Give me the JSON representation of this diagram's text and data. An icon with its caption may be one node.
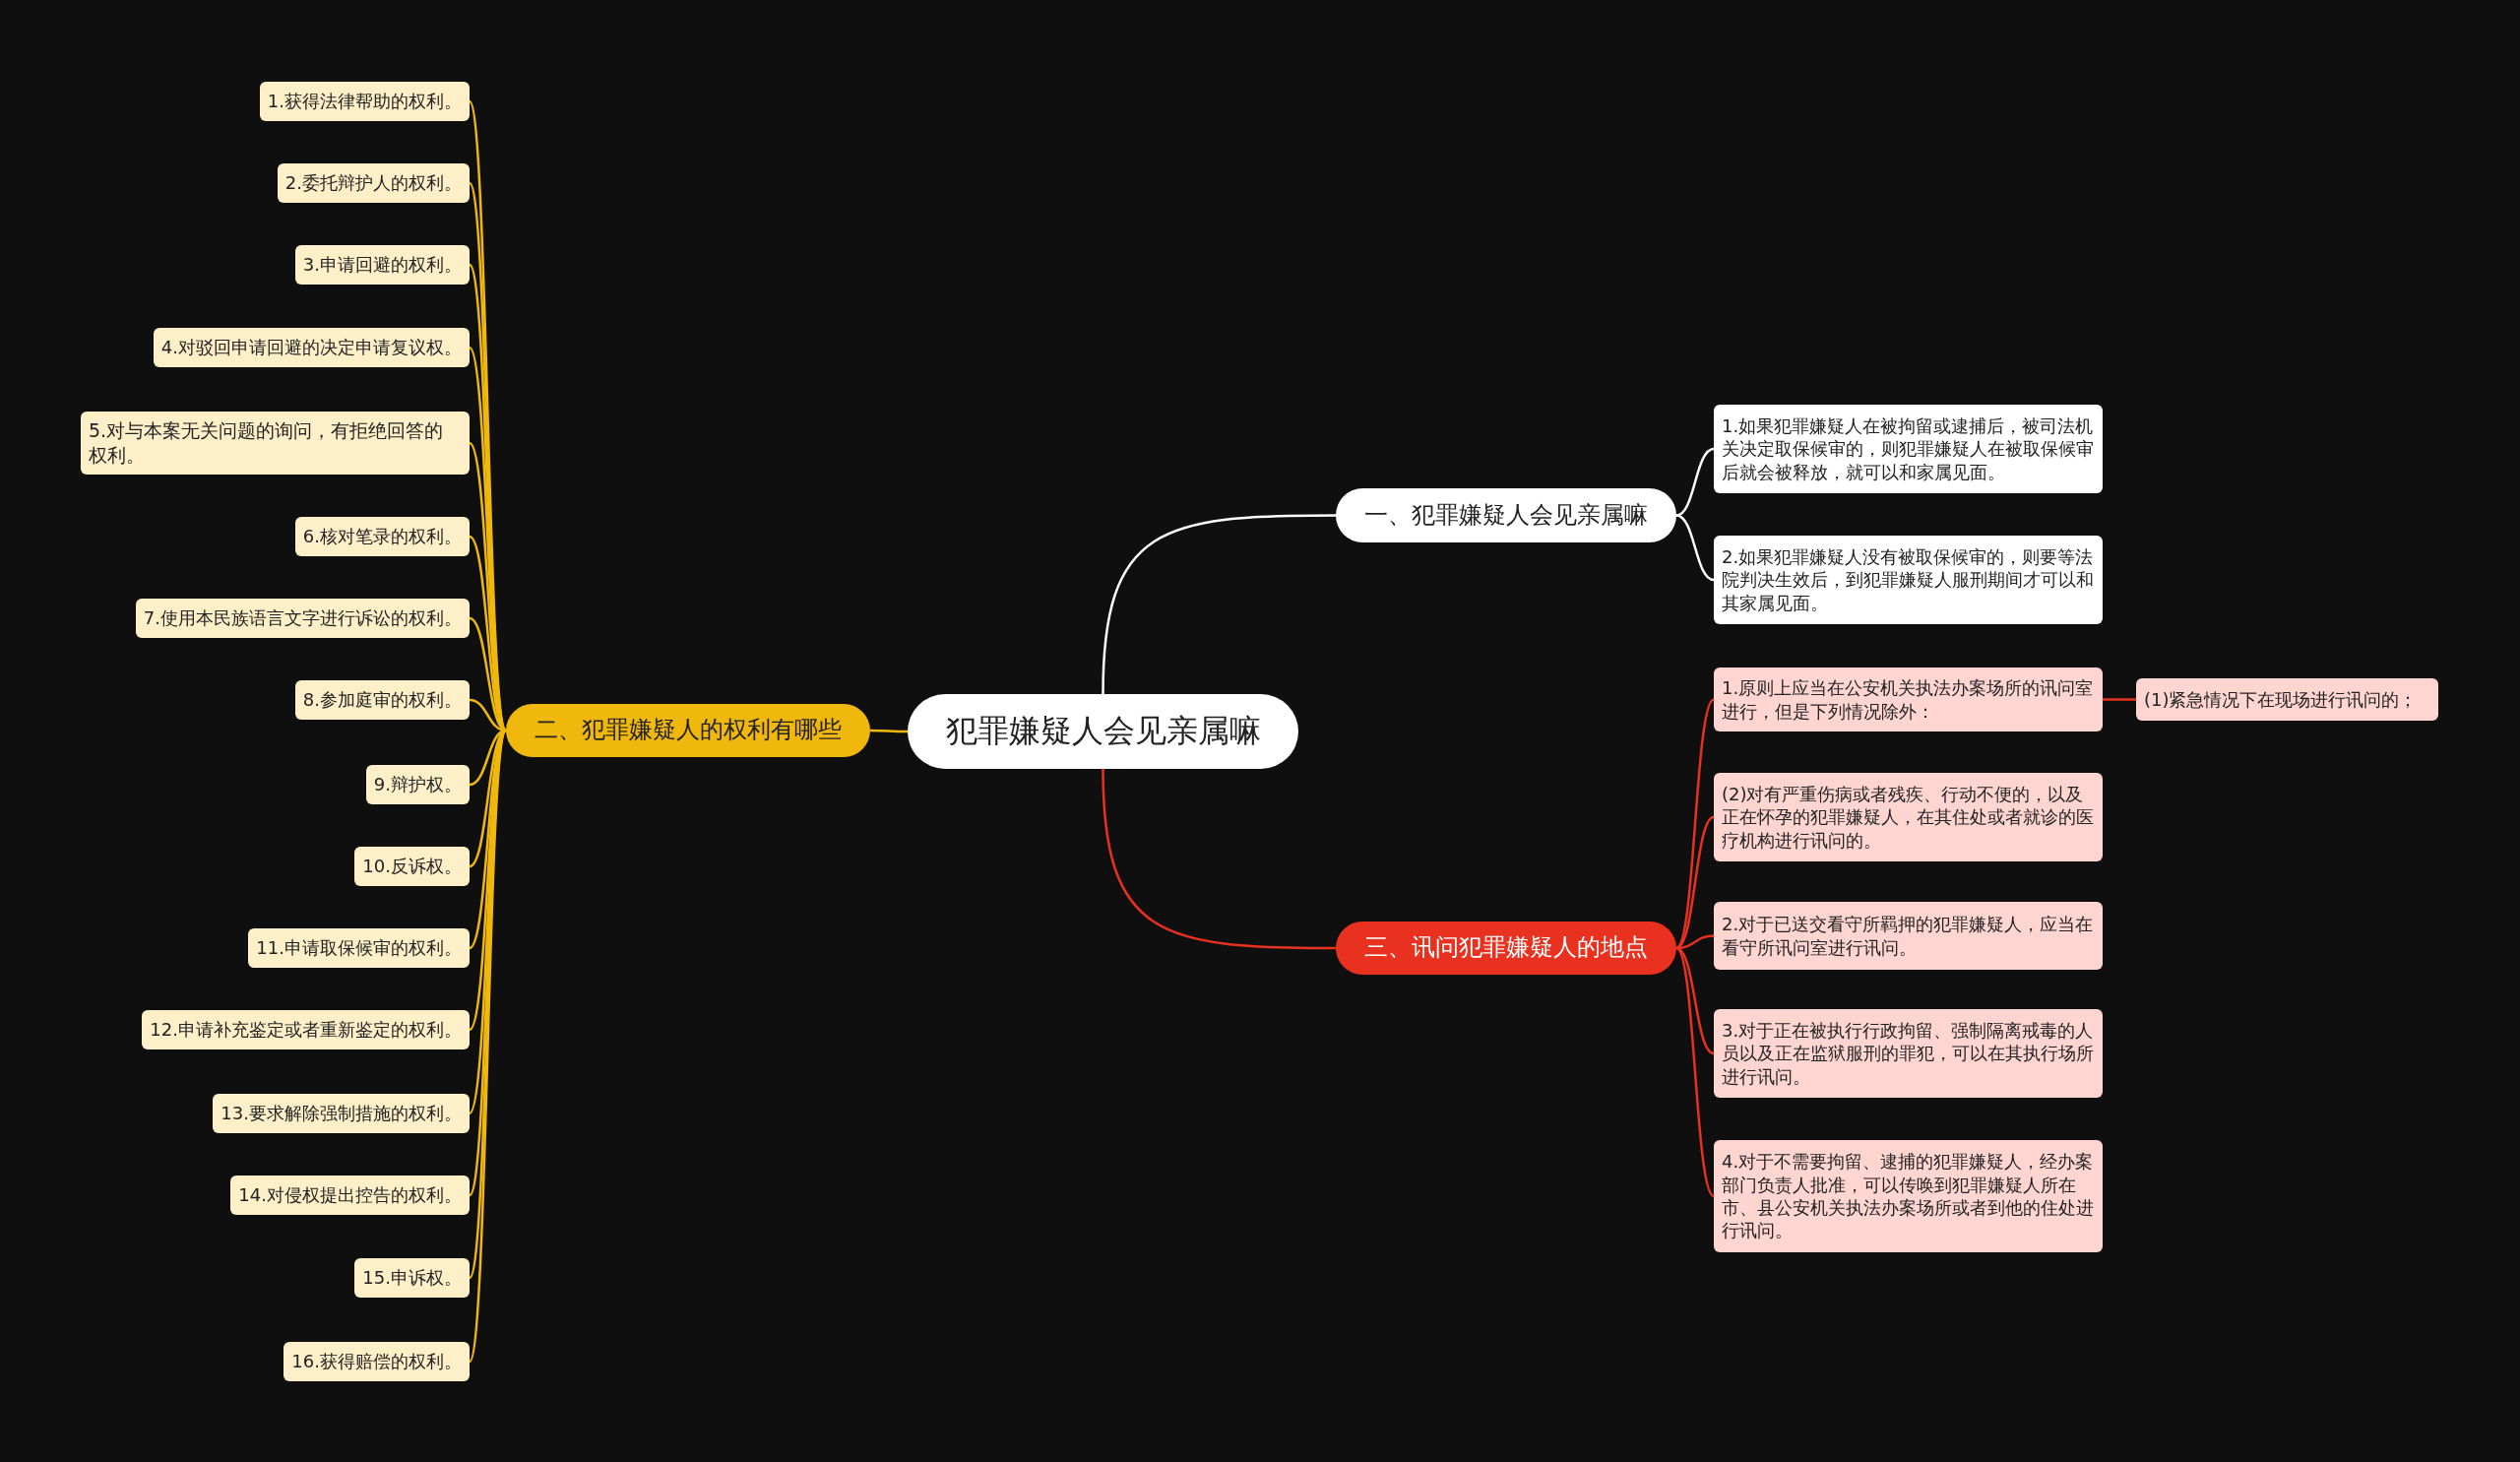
{
  "diagram": {
    "nodes": [
      {
        "text": [
          "犯罪嫌疑人会见亲属嘛"
        ]
      },
      {
        "text": [
          "一、犯罪嫌疑人会见亲属嘛"
        ]
      },
      {
        "text": [
          "1.如果犯罪嫌疑人在被拘留或逮捕后，被司法机关决定取保候审的，则犯罪嫌疑人在被取保候审后就会被释放，就可以和家属见面。"
        ]
      },
      {
        "text": [
          "2.如果犯罪嫌疑人没有被取保候审的，则要等法院判决生效后，到犯罪嫌疑人服刑期间才可以和其家属见面。"
        ]
      },
      {
        "text": [
          "二、犯罪嫌疑人的权利有哪些"
        ]
      },
      {
        "text": [
          "1.获得法律帮助的权利。"
        ]
      },
      {
        "text": [
          "2.委托辩护人的权利。"
        ]
      },
      {
        "text": [
          "3.申请回避的权利。"
        ]
      },
      {
        "text": [
          "4.对驳回申请回避的决定申请复议权。"
        ]
      },
      {
        "text": [
          "5.对与本案无关问题的询问，有拒绝回答的权利。"
        ]
      },
      {
        "text": [
          "6.核对笔录的权利。"
        ]
      },
      {
        "text": [
          "7.使用本民族语言文字进行诉讼的权利。"
        ]
      },
      {
        "text": [
          "8.参加庭审的权利。"
        ]
      },
      {
        "text": [
          "9.辩护权。"
        ]
      },
      {
        "text": [
          "10.反诉权。"
        ]
      },
      {
        "text": [
          "11.申请取保候审的权利。"
        ]
      },
      {
        "text": [
          "12.申请补充鉴定或者重新鉴定的权利。"
        ]
      },
      {
        "text": [
          "13.要求解除强制措施的权利。"
        ]
      },
      {
        "text": [
          "14.对侵权提出控告的权利。"
        ]
      },
      {
        "text": [
          "15.申诉权。"
        ]
      },
      {
        "text": [
          "16.获得赔偿的权利。"
        ]
      },
      {
        "text": [
          "三、讯问犯罪嫌疑人的地点"
        ]
      },
      {
        "text": [
          "1.原则上应当在公安机关执法办案场所的讯问室进行，但是下列情况除外："
        ]
      },
      {
        "text": [
          "(1)紧急情况下在现场进行讯问的；"
        ]
      },
      {
        "text": [
          "(2)对有严重伤病或者残疾、行动不便的，以及正在怀孕的犯罪嫌疑人，在其住处或者就诊的医疗机构进行讯问的。"
        ]
      },
      {
        "text": [
          "2.对于已送交看守所羁押的犯罪嫌疑人，应当在看守所讯问室进行讯问。"
        ]
      },
      {
        "text": [
          "3.对于正在被执行行政拘留、强制隔离戒毒的人员以及正在监狱服刑的罪犯，可以在其执行场所进行讯问。"
        ]
      },
      {
        "text": [
          "4.对于不需要拘留、逮捕的犯罪嫌疑人，经办案部门负责人批准，可以传唤到犯罪嫌疑人所在市、县公安机关执法办案场所或者到他的住处进行讯问。"
        ]
      }
    ],
    "edges": [
      {
        "from": 0,
        "to": 1,
        "arrow": "none",
        "color": "#ffffff"
      },
      {
        "from": 1,
        "to": 2,
        "arrow": "none",
        "color": "#ffffff"
      },
      {
        "from": 1,
        "to": 3,
        "arrow": "none",
        "color": "#ffffff"
      },
      {
        "from": 0,
        "to": 4,
        "arrow": "none"
      },
      {
        "from": 4,
        "to": 5,
        "arrow": "none"
      },
      {
        "from": 4,
        "to": 6,
        "arrow": "none"
      },
      {
        "from": 4,
        "to": 7,
        "arrow": "none"
      },
      {
        "from": 4,
        "to": 8,
        "arrow": "none"
      },
      {
        "from": 4,
        "to": 9,
        "arrow": "none"
      },
      {
        "from": 4,
        "to": 10,
        "arrow": "none"
      },
      {
        "from": 4,
        "to": 11,
        "arrow": "none"
      },
      {
        "from": 4,
        "to": 12,
        "arrow": "none"
      },
      {
        "from": 4,
        "to": 13,
        "arrow": "none"
      },
      {
        "from": 4,
        "to": 14,
        "arrow": "none"
      },
      {
        "from": 4,
        "to": 15,
        "arrow": "none"
      },
      {
        "from": 4,
        "to": 16,
        "arrow": "none"
      },
      {
        "from": 4,
        "to": 17,
        "arrow": "none"
      },
      {
        "from": 4,
        "to": 18,
        "arrow": "none"
      },
      {
        "from": 4,
        "to": 19,
        "arrow": "none"
      },
      {
        "from": 4,
        "to": 20,
        "arrow": "none"
      },
      {
        "from": 0,
        "to": 21,
        "arrow": "none",
        "color": "#e8311f"
      },
      {
        "from": 21,
        "to": 22,
        "arrow": "none",
        "color": "#e8311f"
      },
      {
        "from": 22,
        "to": 23,
        "arrow": "none",
        "color": "#e8311f"
      },
      {
        "from": 21,
        "to": 24,
        "arrow": "none",
        "color": "#e8311f"
      },
      {
        "from": 21,
        "to": 25,
        "arrow": "none",
        "color": "#e8311f"
      },
      {
        "from": 21,
        "to": 26,
        "arrow": "none",
        "color": "#e8311f"
      },
      {
        "from": 21,
        "to": 27,
        "arrow": "none",
        "color": "#e8311f"
      }
    ]
  }
}
